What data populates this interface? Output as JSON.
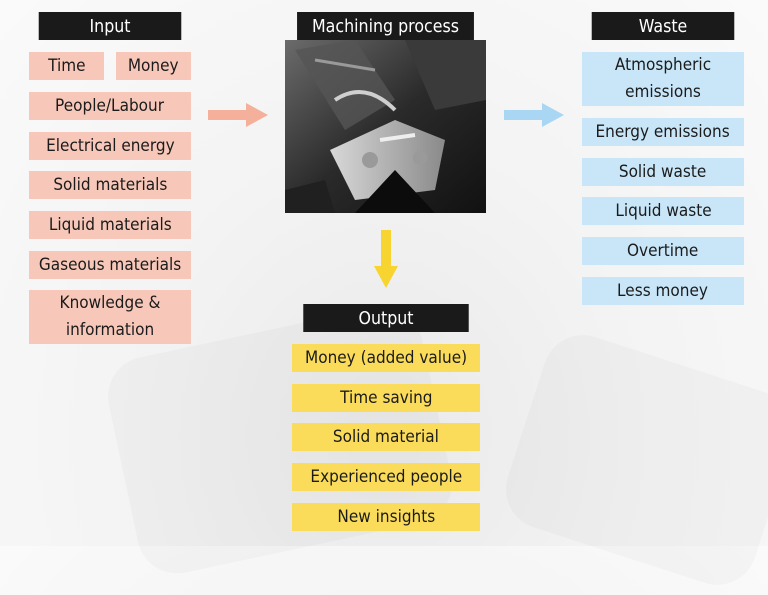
{
  "input": {
    "title": "Input",
    "items": [
      "Time",
      "Money",
      "People/Labour",
      "Electrical energy",
      "Solid materials",
      "Liquid materials",
      "Gaseous materials",
      "Knowledge & information"
    ]
  },
  "process": {
    "title": "Machining process"
  },
  "waste": {
    "title": "Waste",
    "items": [
      "Atmospheric emissions",
      "Energy emissions",
      "Solid waste",
      "Liquid waste",
      "Overtime",
      "Less money"
    ]
  },
  "output": {
    "title": "Output",
    "items": [
      "Money (added value)",
      "Time saving",
      "Solid material",
      "Experienced people",
      "New insights"
    ]
  },
  "colors": {
    "header": "#1a1a1a",
    "input": "#f7c8b9",
    "waste": "#c8e6f8",
    "output": "#fadc5a",
    "arrow_input": "#f4b09a",
    "arrow_waste": "#a9d6f3",
    "arrow_output": "#f7d430"
  }
}
